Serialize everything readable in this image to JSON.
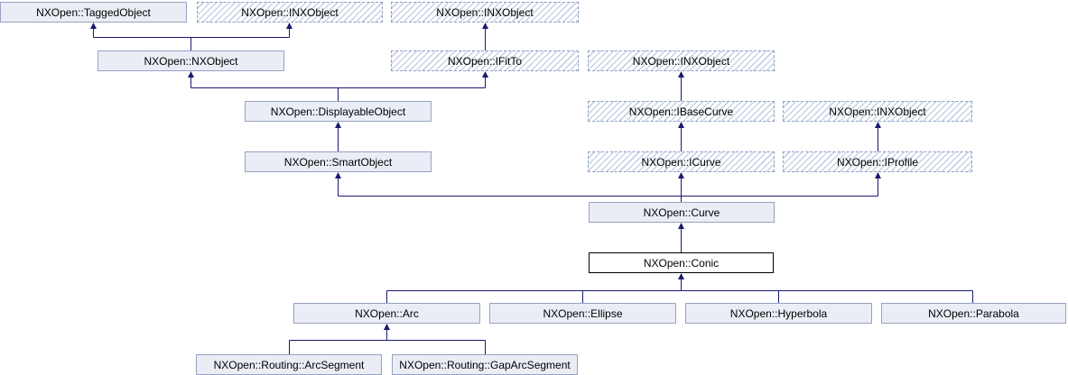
{
  "diagram": {
    "type": "class-inheritance-graph",
    "focal_class": "NXOpen::Conic",
    "nodes": [
      {
        "id": "tagged-object",
        "label": "NXOpen::TaggedObject",
        "style": "solid"
      },
      {
        "id": "inxobject-1",
        "label": "NXOpen::INXObject",
        "style": "interface"
      },
      {
        "id": "inxobject-2",
        "label": "NXOpen::INXObject",
        "style": "interface"
      },
      {
        "id": "nxobject",
        "label": "NXOpen::NXObject",
        "style": "solid"
      },
      {
        "id": "ifitto",
        "label": "NXOpen::IFitTo",
        "style": "interface"
      },
      {
        "id": "inxobject-3",
        "label": "NXOpen::INXObject",
        "style": "interface"
      },
      {
        "id": "displayable-object",
        "label": "NXOpen::DisplayableObject",
        "style": "solid"
      },
      {
        "id": "ibasecurve",
        "label": "NXOpen::IBaseCurve",
        "style": "interface"
      },
      {
        "id": "inxobject-4",
        "label": "NXOpen::INXObject",
        "style": "interface"
      },
      {
        "id": "smart-object",
        "label": "NXOpen::SmartObject",
        "style": "solid"
      },
      {
        "id": "icurve",
        "label": "NXOpen::ICurve",
        "style": "interface"
      },
      {
        "id": "iprofile",
        "label": "NXOpen::IProfile",
        "style": "interface"
      },
      {
        "id": "curve",
        "label": "NXOpen::Curve",
        "style": "solid"
      },
      {
        "id": "conic",
        "label": "NXOpen::Conic",
        "style": "focal"
      },
      {
        "id": "arc",
        "label": "NXOpen::Arc",
        "style": "solid"
      },
      {
        "id": "ellipse",
        "label": "NXOpen::Ellipse",
        "style": "solid"
      },
      {
        "id": "hyperbola",
        "label": "NXOpen::Hyperbola",
        "style": "solid"
      },
      {
        "id": "parabola",
        "label": "NXOpen::Parabola",
        "style": "solid"
      },
      {
        "id": "routing-arcsegment",
        "label": "NXOpen::Routing::ArcSegment",
        "style": "solid"
      },
      {
        "id": "routing-gaparcsegment",
        "label": "NXOpen::Routing::GapArcSegment",
        "style": "solid"
      }
    ],
    "edges": [
      {
        "from": "nxobject",
        "to": "tagged-object"
      },
      {
        "from": "nxobject",
        "to": "inxobject-1"
      },
      {
        "from": "ifitto",
        "to": "inxobject-2"
      },
      {
        "from": "displayable-object",
        "to": "nxobject"
      },
      {
        "from": "displayable-object",
        "to": "ifitto"
      },
      {
        "from": "ibasecurve",
        "to": "inxobject-3"
      },
      {
        "from": "smart-object",
        "to": "displayable-object"
      },
      {
        "from": "icurve",
        "to": "ibasecurve"
      },
      {
        "from": "iprofile",
        "to": "inxobject-4"
      },
      {
        "from": "curve",
        "to": "smart-object"
      },
      {
        "from": "curve",
        "to": "icurve"
      },
      {
        "from": "curve",
        "to": "iprofile"
      },
      {
        "from": "conic",
        "to": "curve"
      },
      {
        "from": "arc",
        "to": "conic"
      },
      {
        "from": "ellipse",
        "to": "conic"
      },
      {
        "from": "hyperbola",
        "to": "conic"
      },
      {
        "from": "parabola",
        "to": "conic"
      },
      {
        "from": "routing-arcsegment",
        "to": "arc"
      },
      {
        "from": "routing-gaparcsegment",
        "to": "arc"
      }
    ]
  },
  "colors": {
    "node_fill": "#ebedf6",
    "node_border": "#97a2c0",
    "interface_border": "#8da0c6",
    "interface_stripe": "#c8d1e4",
    "focal_fill": "#ffffff",
    "focal_border": "#000000",
    "edge": "#191970",
    "text": "#000000",
    "background": "#ffffff"
  }
}
